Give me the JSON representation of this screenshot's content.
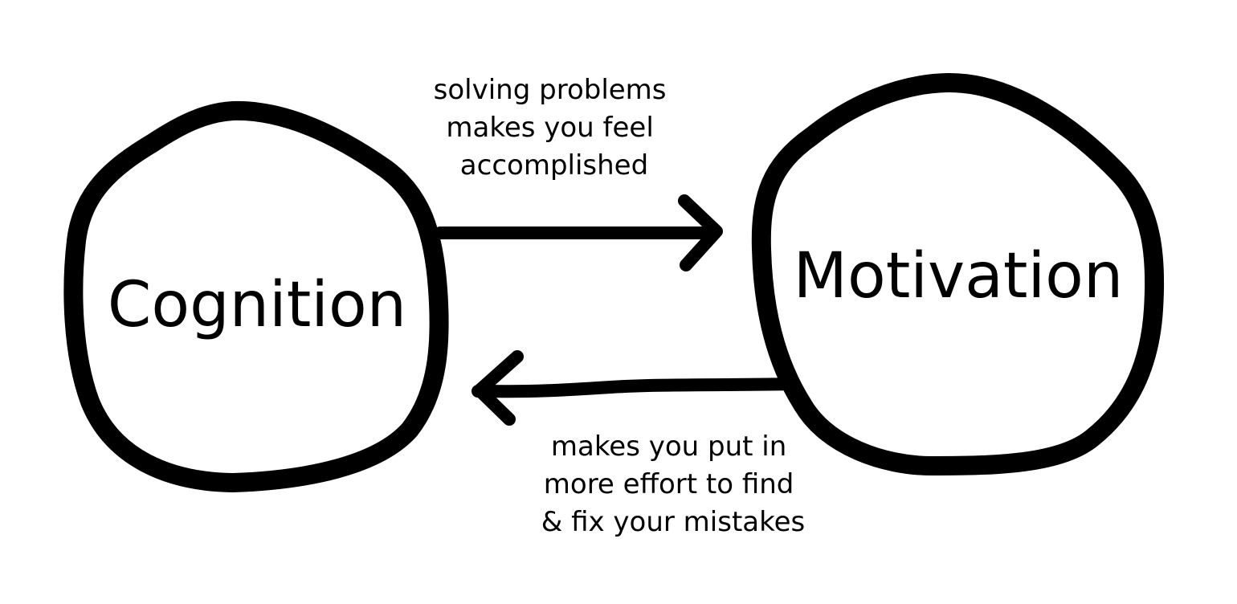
{
  "diagram": {
    "colors": {
      "ink": "#000000",
      "background": "#ffffff"
    },
    "nodes": {
      "cognition": {
        "label": "Cognition"
      },
      "motivation": {
        "label": "Motivation"
      }
    },
    "edges": {
      "cognition_to_motivation": {
        "label_lines": [
          "solving problems",
          "makes you feel",
          "accomplished"
        ]
      },
      "motivation_to_cognition": {
        "label_lines": [
          "makes you put in",
          "more effort to find",
          "& fix your mistakes"
        ]
      }
    }
  }
}
